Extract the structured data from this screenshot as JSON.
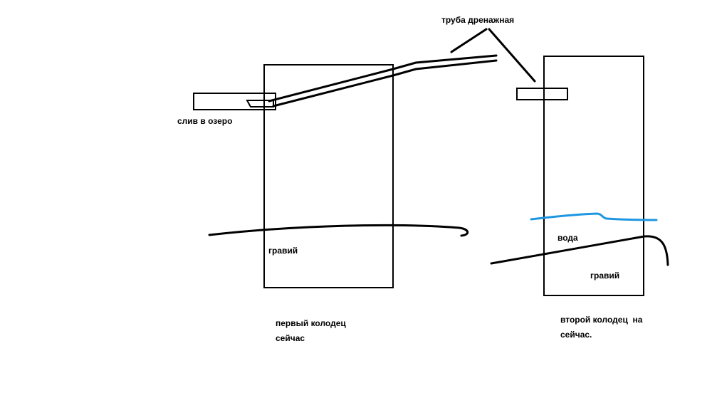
{
  "labels": {
    "pipe": "труба дренажная",
    "drain": "слив в озеро",
    "gravel_first": "гравий",
    "gravel_second": "гравий",
    "water": "вода",
    "well_first": {
      "line1": "первый колодец",
      "line2": "сейчас"
    },
    "well_second": {
      "line1": "второй колодец  на",
      "line2": "сейчас."
    }
  },
  "colors": {
    "ink": "#000000",
    "water": "#1e96e0",
    "background": "#ffffff"
  }
}
